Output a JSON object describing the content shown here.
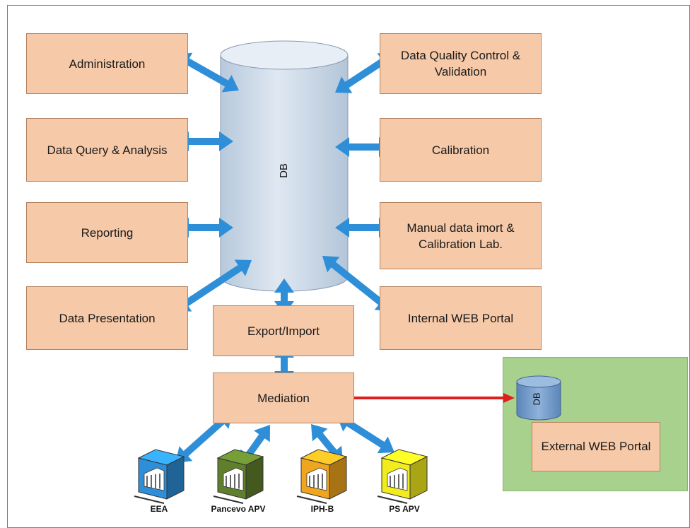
{
  "modules": {
    "administration": "Administration",
    "query": "Data Query & Analysis",
    "reporting": "Reporting",
    "presentation": "Data Presentation",
    "quality_line1": "Data Quality Control &",
    "quality_line2": "Validation",
    "calibration": "Calibration",
    "manual_line1": "Manual data imort &",
    "manual_line2": "Calibration Lab.",
    "internal_portal": "Internal WEB Portal",
    "export_import": "Export/Import",
    "mediation": "Mediation"
  },
  "central_db": {
    "label": "DB"
  },
  "external": {
    "db_label": "DB",
    "portal": "External WEB Portal"
  },
  "sources": [
    {
      "label": "EEA",
      "color": "#2e8fd8"
    },
    {
      "label": "Pancevo APV",
      "color": "#5f7f2c"
    },
    {
      "label": "IPH-B",
      "color": "#f0a51e"
    },
    {
      "label": "PS APV",
      "color": "#f2ec1e"
    }
  ],
  "colors": {
    "box_fill": "#f6c9a8",
    "arrow_blue": "#2e8fd8",
    "arrow_red": "#e01e1e",
    "db_fill": "#c9d9ea",
    "external_panel": "#a9d18e"
  }
}
